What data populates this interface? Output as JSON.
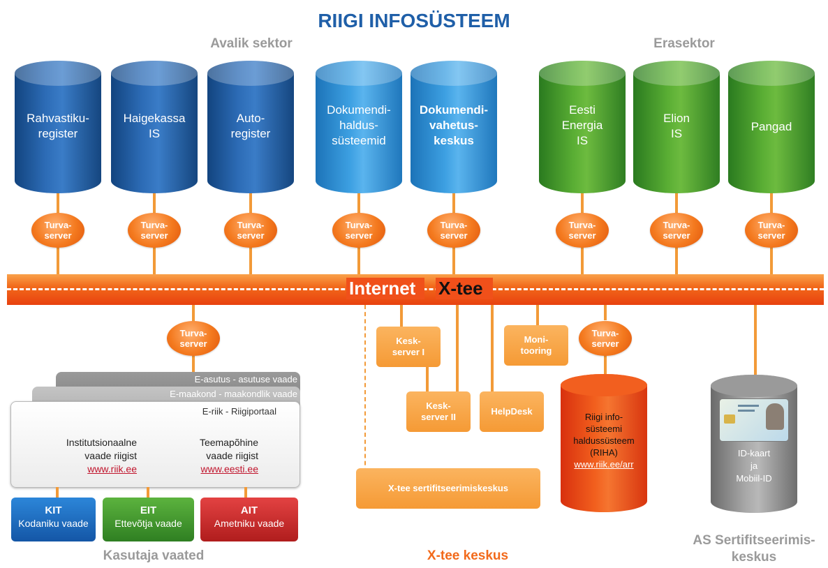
{
  "title": "RIIGI INFOSÜSTEEM",
  "sections": {
    "public": "Avalik sektor",
    "private": "Erasektor",
    "user_views": "Kasutaja vaated",
    "xtee_center": "X-tee keskus",
    "cert_center_1": "AS Sertifitseerimis-",
    "cert_center_2": "keskus"
  },
  "databases": [
    {
      "l1": "Rahvastiku-",
      "l2": "register",
      "l3": ""
    },
    {
      "l1": "Haigekassa",
      "l2": "IS",
      "l3": ""
    },
    {
      "l1": "Auto-",
      "l2": "register",
      "l3": ""
    },
    {
      "l1": "Dokumendi-",
      "l2": "haldus-",
      "l3": "süsteemid"
    },
    {
      "l1": "Dokumendi-",
      "l2": "vahetus-",
      "l3": "keskus"
    },
    {
      "l1": "Eesti",
      "l2": "Energia",
      "l3": "IS"
    },
    {
      "l1": "Elion",
      "l2": "IS",
      "l3": ""
    },
    {
      "l1": "Pangad",
      "l2": "",
      "l3": ""
    }
  ],
  "security_server": {
    "l1": "Turva-",
    "l2": "server"
  },
  "bus": {
    "internet": "Internet",
    "xtee": "X-tee"
  },
  "xtee": {
    "central1_l1": "Kesk-",
    "central1_l2": "server I",
    "central2_l1": "Kesk-",
    "central2_l2": "server II",
    "monitoring_l1": "Moni-",
    "monitoring_l2": "tooring",
    "helpdesk": "HelpDesk",
    "cert": "X-tee sertifitseerimiskeskus"
  },
  "riha": {
    "l1": "Riigi info-",
    "l2": "süsteemi",
    "l3": "haldussüsteem",
    "l4": "(RIHA)",
    "link": "www.riik.ee/arr"
  },
  "idcard": {
    "l1": "ID-kaart",
    "l2": "ja",
    "l3": "Mobiil-ID"
  },
  "portal": {
    "asutus": "E-asutus - asutuse vaade",
    "maakond": "E-maakond - maakondlik vaade",
    "riik": "E-riik - Riigiportaal",
    "inst_l1": "Institutsionaalne",
    "inst_l2": "vaade riigist",
    "inst_link": "www.riik.ee",
    "teema_l1": "Teemapõhine",
    "teema_l2": "vaade riigist",
    "teema_link": "www.eesti.ee"
  },
  "views": [
    {
      "abbr": "KIT",
      "label": "Kodaniku vaade",
      "color": "#1d6fc4"
    },
    {
      "abbr": "EIT",
      "label": "Ettevõtja vaade",
      "color": "#3f9a2e"
    },
    {
      "abbr": "AIT",
      "label": "Ametniku vaade",
      "color": "#cf2a2a"
    }
  ],
  "colors": {
    "blue": "#1f5fa8",
    "orange": "#f26a1b",
    "green": "#4fa42e",
    "gray": "#9a9a9a"
  }
}
